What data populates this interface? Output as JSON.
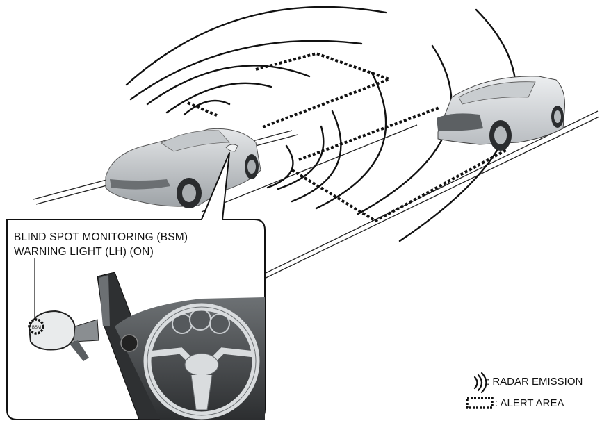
{
  "diagram": {
    "callout": {
      "line1": "BLIND SPOT MONITORING (BSM)",
      "line2": "WARNING LIGHT (LH) (ON)"
    },
    "legend": {
      "radar_text": ": RADAR EMISSION",
      "alert_text": ": ALERT AREA"
    },
    "colors": {
      "ink": "#111111",
      "car_body": "#d0d3d6",
      "car_shadow": "#8e9397",
      "interior": "#3a3d40"
    },
    "icons": {
      "radar": "radar-emission-icon",
      "alert": "alert-area-icon"
    }
  }
}
